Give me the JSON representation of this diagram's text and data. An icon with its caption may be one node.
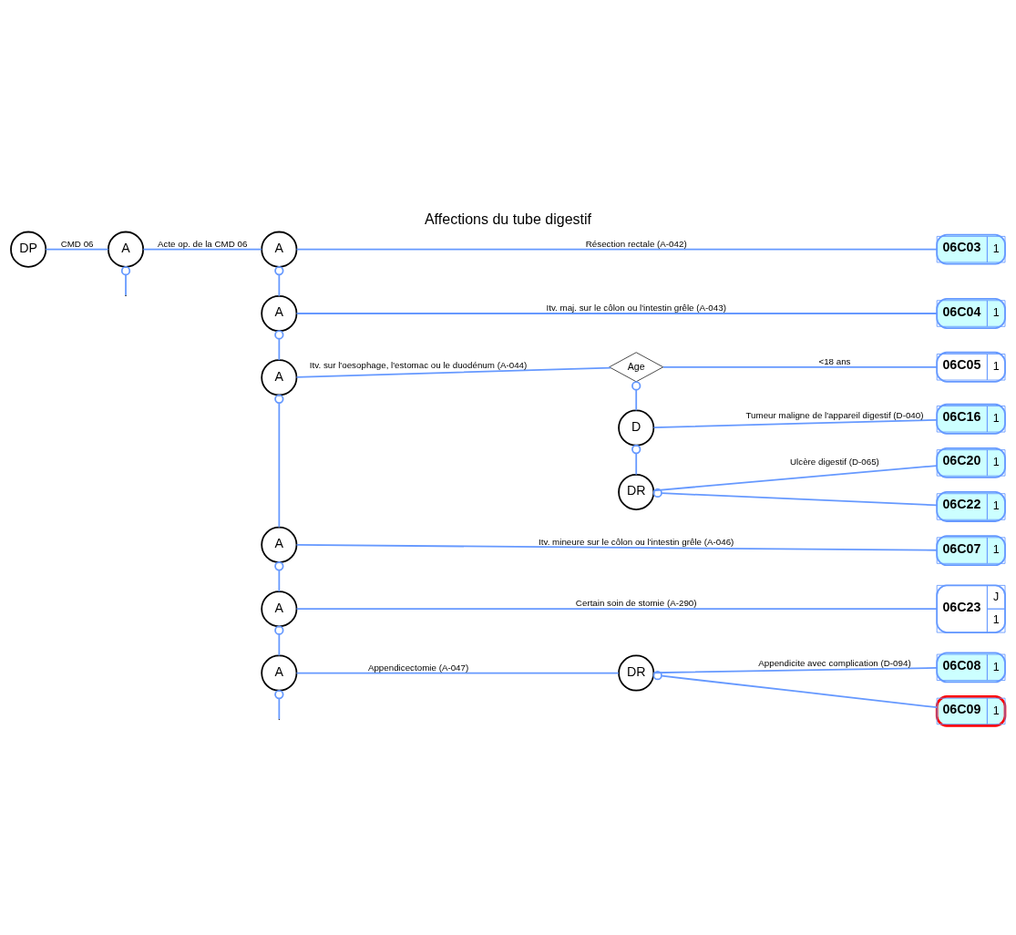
{
  "diagram": {
    "title": "Affections du tube digestif",
    "nodes": [
      {
        "text": [
          "DP"
        ]
      },
      {
        "text": [
          "A"
        ]
      },
      {
        "text": [
          "A"
        ]
      },
      {
        "text": [
          "A"
        ]
      },
      {
        "text": [
          "A"
        ]
      },
      {
        "text": [
          "Age"
        ]
      },
      {
        "text": [
          "D"
        ]
      },
      {
        "text": [
          "DR"
        ]
      },
      {
        "text": [
          "A"
        ]
      },
      {
        "text": [
          "A"
        ]
      },
      {
        "text": [
          "A"
        ]
      },
      {
        "text": [
          "DR"
        ]
      },
      {
        "text": [
          "06C03",
          "1"
        ]
      },
      {
        "text": [
          "06C04",
          "1"
        ]
      },
      {
        "text": [
          "06C05",
          "1"
        ]
      },
      {
        "text": [
          "06C16",
          "1"
        ]
      },
      {
        "text": [
          "06C20",
          "1"
        ]
      },
      {
        "text": [
          "06C22",
          "1"
        ]
      },
      {
        "text": [
          "06C07",
          "1"
        ]
      },
      {
        "text": [
          "06C23",
          "J",
          "1"
        ]
      },
      {
        "text": [
          "06C08",
          "1"
        ]
      },
      {
        "text": [
          "06C09",
          "1"
        ]
      }
    ],
    "edges": [
      {
        "from": 0,
        "to": 1,
        "arrow": "none",
        "label": "CMD 06"
      },
      {
        "from": 1,
        "to": 2,
        "arrow": "none",
        "label": "Acte op. de la CMD 06"
      },
      {
        "from": 1,
        "to": null,
        "arrow": "other"
      },
      {
        "from": 2,
        "to": 12,
        "arrow": "none",
        "label": "Résection rectale (A-042)"
      },
      {
        "from": 2,
        "to": 3,
        "arrow": "other"
      },
      {
        "from": 3,
        "to": 13,
        "arrow": "none",
        "label": "Itv. maj. sur le côlon ou l'intestin grêle (A-043)"
      },
      {
        "from": 3,
        "to": 4,
        "arrow": "other"
      },
      {
        "from": 4,
        "to": 5,
        "arrow": "none",
        "label": "Itv. sur l'oesophage, l'estomac ou le duodénum (A-044)"
      },
      {
        "from": 5,
        "to": 14,
        "arrow": "none",
        "label": "<18 ans"
      },
      {
        "from": 5,
        "to": 6,
        "arrow": "other"
      },
      {
        "from": 6,
        "to": 15,
        "arrow": "none",
        "label": "Tumeur maligne de l'appareil digestif (D-040)"
      },
      {
        "from": 6,
        "to": 7,
        "arrow": "other"
      },
      {
        "from": 7,
        "to": 16,
        "arrow": "none",
        "label": "Ulcère digestif (D-065)"
      },
      {
        "from": 7,
        "to": 17,
        "arrow": "other"
      },
      {
        "from": 4,
        "to": 8,
        "arrow": "other"
      },
      {
        "from": 8,
        "to": 18,
        "arrow": "none",
        "label": "Itv. mineure sur le côlon ou l'intestin grêle (A-046)"
      },
      {
        "from": 8,
        "to": 9,
        "arrow": "other"
      },
      {
        "from": 9,
        "to": 19,
        "arrow": "none",
        "label": "Certain soin de stomie (A-290)"
      },
      {
        "from": 9,
        "to": 10,
        "arrow": "other"
      },
      {
        "from": 10,
        "to": 11,
        "arrow": "none",
        "label": "Appendicectomie (A-047)"
      },
      {
        "from": 11,
        "to": 20,
        "arrow": "none",
        "label": "Appendicite avec complication (D-094)"
      },
      {
        "from": 11,
        "to": 21,
        "arrow": "other"
      },
      {
        "from": 10,
        "to": null,
        "arrow": "other"
      }
    ]
  }
}
